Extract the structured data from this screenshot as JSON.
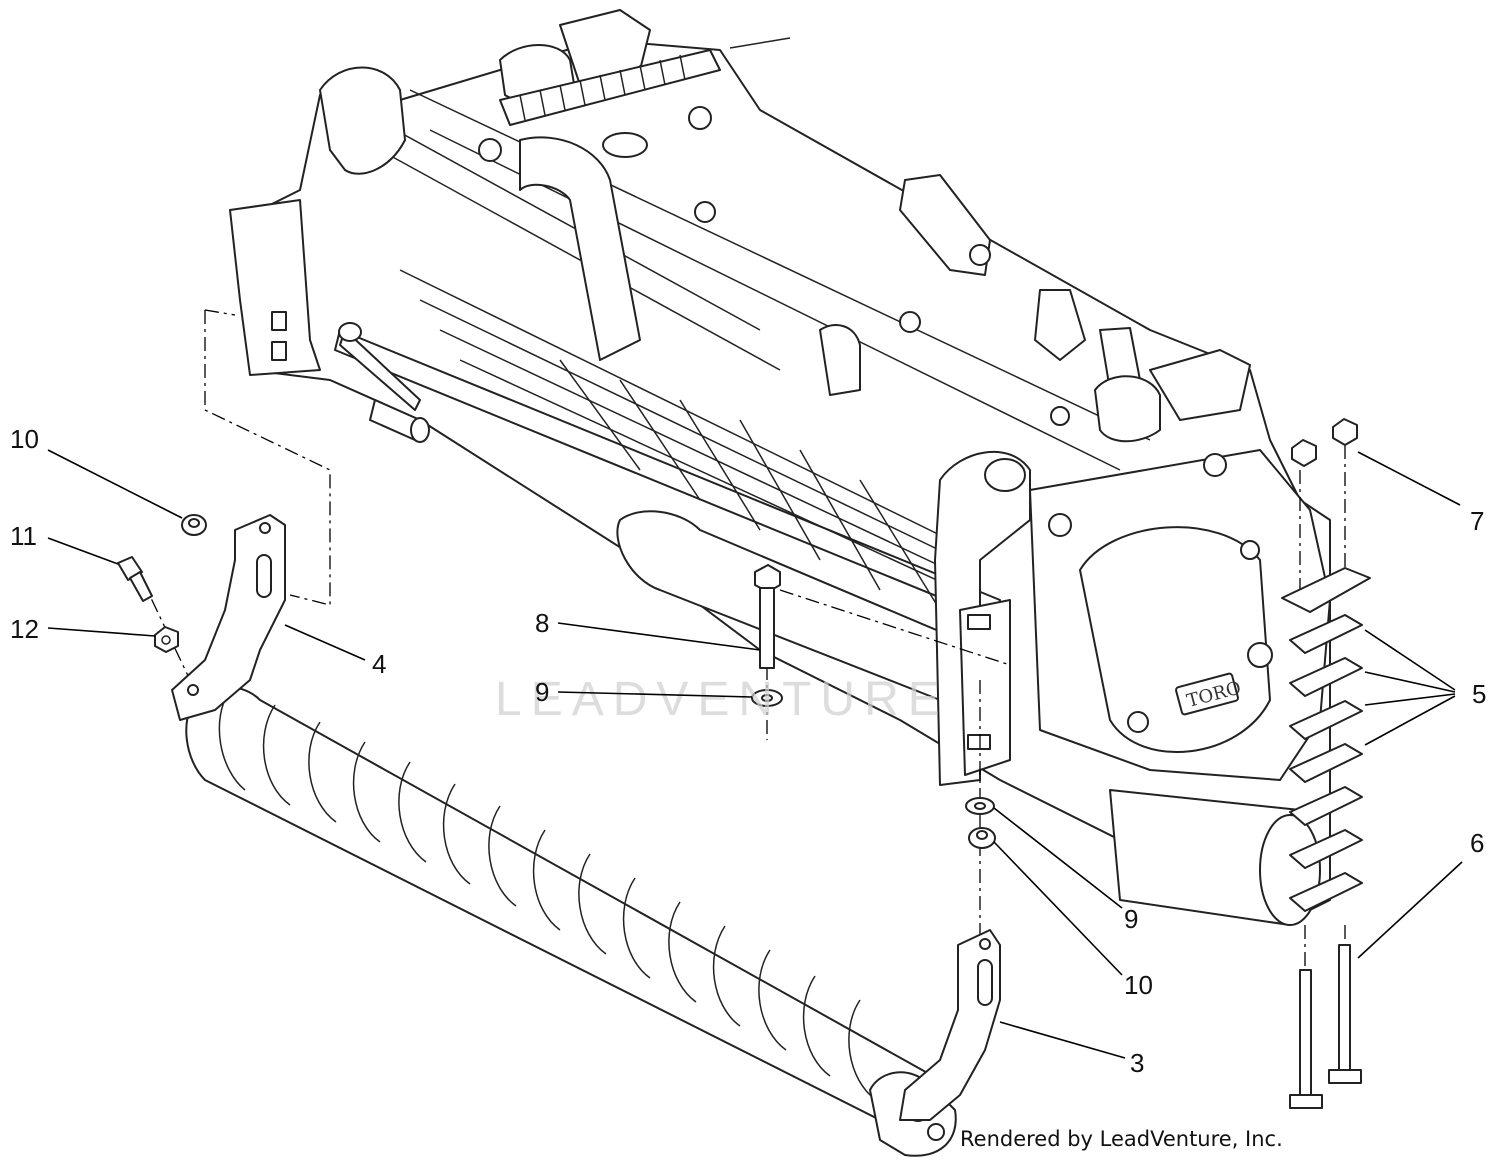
{
  "diagram": {
    "brand_on_housing": "TORO",
    "watermark": "LEADVENTURE",
    "credit": "Rendered by LeadVenture, Inc.",
    "callouts": {
      "c10_top": "10",
      "c11": "11",
      "c12": "12",
      "c4": "4",
      "c8": "8",
      "c9_mid": "9",
      "c7": "7",
      "c5": "5",
      "c6": "6",
      "c9_bottom": "9",
      "c10_bottom": "10",
      "c3": "3"
    }
  }
}
